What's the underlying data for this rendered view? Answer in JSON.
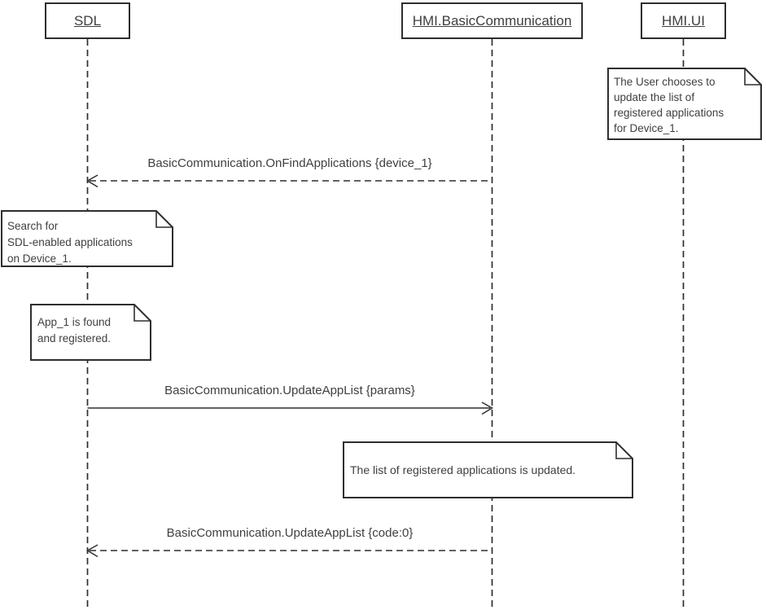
{
  "colors": {
    "stroke": "#2e2e2e",
    "text": "#3f3f3f",
    "background": "#ffffff"
  },
  "diagram": {
    "participants": [
      {
        "label": "SDL"
      },
      {
        "label": "HMI.BasicCommunication"
      },
      {
        "label": "HMI.UI"
      }
    ],
    "messages": [
      {
        "label": "BasicCommunication.OnFindApplications {device_1}",
        "from": "HMI.BasicCommunication",
        "to": "SDL",
        "line": "dashed"
      },
      {
        "label": "BasicCommunication.UpdateAppList {params}",
        "from": "SDL",
        "to": "HMI.BasicCommunication",
        "line": "solid"
      },
      {
        "label": "BasicCommunication.UpdateAppList {code:0}",
        "from": "HMI.BasicCommunication",
        "to": "SDL",
        "line": "dashed"
      }
    ],
    "notes": [
      {
        "anchor": "HMI.UI",
        "text": "The User chooses to\nupdate the list of\nregistered applications\nfor Device_1."
      },
      {
        "anchor": "SDL",
        "text": "Search for\nSDL-enabled applications\non Device_1."
      },
      {
        "anchor": "SDL",
        "text": "App_1 is found\nand registered."
      },
      {
        "anchor": "HMI.BasicCommunication",
        "text": "The list of registered applications is updated."
      }
    ]
  }
}
